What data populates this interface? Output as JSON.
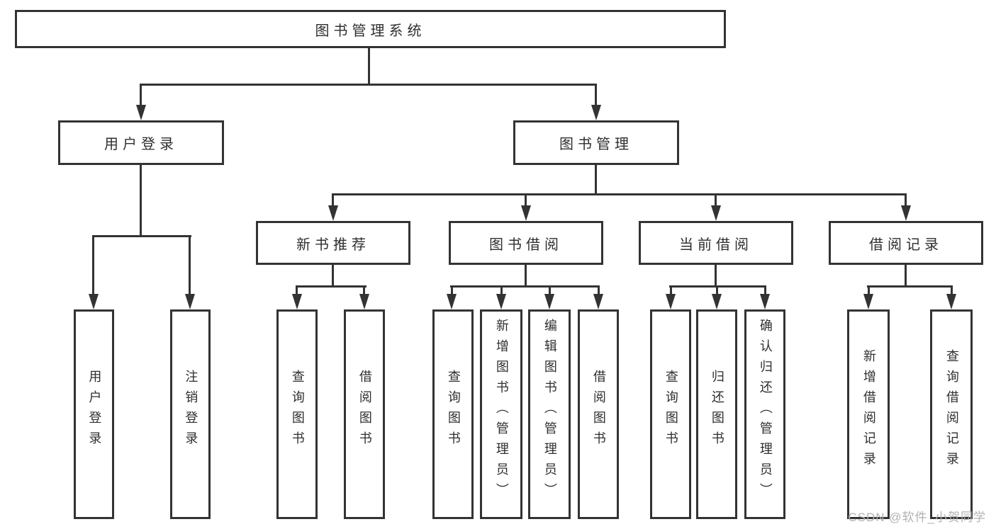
{
  "tree": {
    "root": {
      "label": "图书管理系统"
    },
    "branches": [
      {
        "label": "用户登录",
        "children": [
          {
            "label": "用户登录"
          },
          {
            "label": "注销登录"
          }
        ]
      },
      {
        "label": "图书管理",
        "children": [
          {
            "label": "新书推荐",
            "children": [
              {
                "label": "查询图书"
              },
              {
                "label": "借阅图书"
              }
            ]
          },
          {
            "label": "图书借阅",
            "children": [
              {
                "label": "查询图书"
              },
              {
                "label": "新增图书（管理员）"
              },
              {
                "label": "编辑图书（管理员）"
              },
              {
                "label": "借阅图书"
              }
            ]
          },
          {
            "label": "当前借阅",
            "children": [
              {
                "label": "查询图书"
              },
              {
                "label": "归还图书"
              },
              {
                "label": "确认归还（管理员）"
              }
            ]
          },
          {
            "label": "借阅记录",
            "children": [
              {
                "label": "新增借阅记录"
              },
              {
                "label": "查询借阅记录"
              }
            ]
          }
        ]
      }
    ]
  },
  "watermark": {
    "text": "CSDN @软件_小贺同学"
  },
  "colors": {
    "line": "#333333",
    "text": "#2f2f2f",
    "watermark": "#b2b2b2",
    "background": "#ffffff"
  }
}
